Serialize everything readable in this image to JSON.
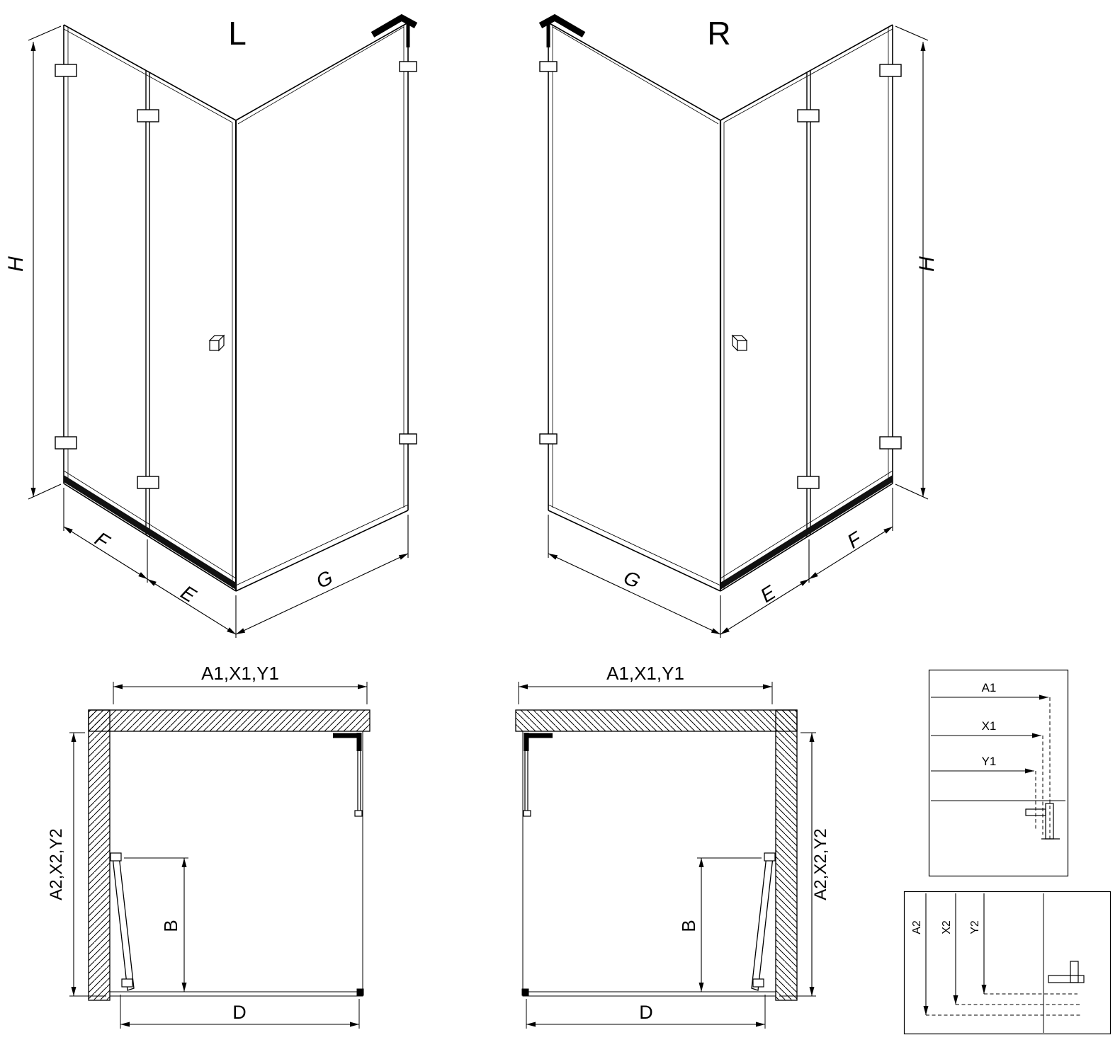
{
  "figures": {
    "iso_left": {
      "variant": "L",
      "height": "H",
      "front": "F",
      "door": "E",
      "side": "G"
    },
    "iso_right": {
      "variant": "R",
      "height": "H",
      "front": "F",
      "door": "E",
      "side": "G"
    },
    "plan_left": {
      "width_top": "A1,X1,Y1",
      "depth_side": "A2,X2,Y2",
      "door_width": "B",
      "width_bottom": "D"
    },
    "plan_right": {
      "width_top": "A1,X1,Y1",
      "depth_side": "A2,X2,Y2",
      "door_width": "B",
      "width_bottom": "D"
    },
    "detail_width": {
      "a1": "A1",
      "x1": "X1",
      "y1": "Y1"
    },
    "detail_depth": {
      "a2": "A2",
      "x2": "X2",
      "y2": "Y2"
    }
  },
  "colors": {
    "line": "#000000",
    "background": "#ffffff",
    "threshold": "#111111"
  }
}
